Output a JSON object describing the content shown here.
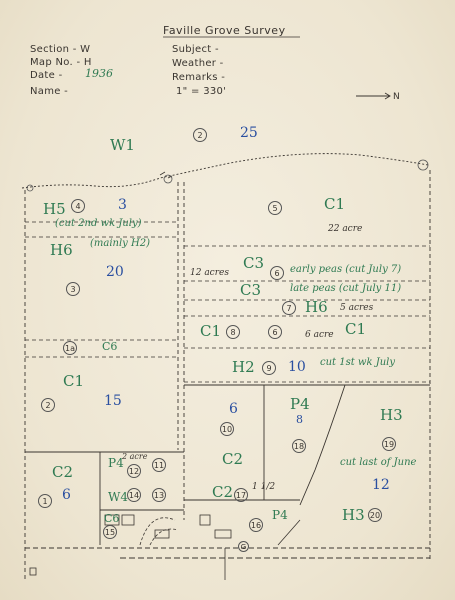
{
  "header": {
    "title": "Faville Grove Survey",
    "section_label": "Section - W",
    "mapno_label": "Map No. - H",
    "date_label": "Date -",
    "date_value": "1936",
    "name_label": "Name -",
    "subject_label": "Subject -",
    "weather_label": "Weather -",
    "remarks_label": "Remarks -",
    "scale": "1\" = 330'",
    "north": "N"
  },
  "fields": [
    {
      "code": "W1",
      "number": "25",
      "circle": "2"
    },
    {
      "code": "C1",
      "circle": "5",
      "note": "22 acre"
    },
    {
      "code": "H5",
      "number": "3",
      "circle": "4",
      "note": "(cut 2nd wk July)"
    },
    {
      "code": "H6",
      "number": "20",
      "circle": "3",
      "note": "(mainly H2)"
    },
    {
      "code": "C3",
      "circle": "6",
      "note": "early peas (cut July 7)",
      "acre": "12 acres"
    },
    {
      "code": "C3",
      "note": "late peas (cut July 11)"
    },
    {
      "code": "H6",
      "circle": "7",
      "note": "5 acres"
    },
    {
      "code": "C1",
      "circle": "8"
    },
    {
      "code": "C1",
      "circle": "6",
      "note": "6 acre"
    },
    {
      "code": "H2",
      "number": "10",
      "circle": "9",
      "note": "cut 1st wk July"
    },
    {
      "code": "C6",
      "circle": "1a"
    },
    {
      "code": "C1",
      "number": "15",
      "circle": "2"
    },
    {
      "code": "C2",
      "number": "6",
      "circle": "1"
    },
    {
      "code": "P4",
      "circle": "12",
      "note": "2 acre"
    },
    {
      "code": "W4",
      "circle": "14"
    },
    {
      "code": "C6",
      "circle": "15"
    },
    {
      "code": "C2",
      "number": "6",
      "circle": "10"
    },
    {
      "code": "C2",
      "circle": "17",
      "number": "1 1/2"
    },
    {
      "code": "P4",
      "number": "8",
      "circle": "18"
    },
    {
      "code": "P4",
      "circle": "16"
    },
    {
      "code": "H3",
      "circle": "19",
      "note": "cut last of June",
      "number": "12"
    },
    {
      "code": "H3",
      "circle": "20"
    }
  ],
  "misc_circles": [
    "11",
    "13",
    "G"
  ]
}
